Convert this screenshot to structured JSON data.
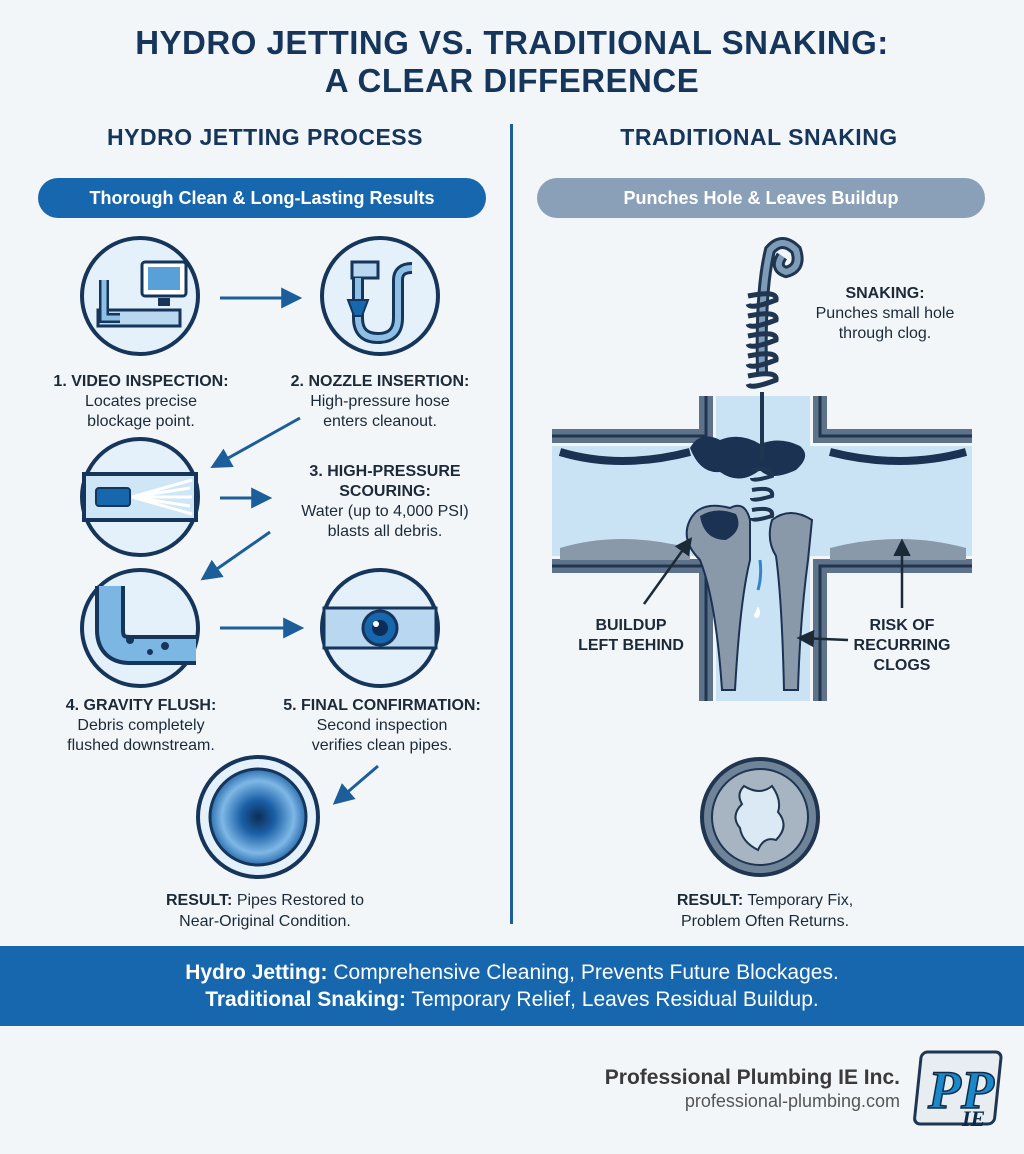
{
  "title": {
    "line1": "HYDRO JETTING VS. TRADITIONAL SNAKING:",
    "line2": "A CLEAR DIFFERENCE"
  },
  "left": {
    "heading": "HYDRO JETTING PROCESS",
    "pill": "Thorough Clean & Long-Lasting Results",
    "steps": [
      {
        "title": "1. VIDEO INSPECTION:",
        "line1": "Locates precise",
        "line2": "blockage point."
      },
      {
        "title": "2. NOZZLE INSERTION:",
        "line1": "High-pressure hose",
        "line2": "enters cleanout."
      },
      {
        "title": "3. HIGH-PRESSURE",
        "title2": "SCOURING:",
        "line1": "Water (up to 4,000 PSI)",
        "line2": "blasts all debris."
      },
      {
        "title": "4. GRAVITY FLUSH:",
        "line1": "Debris completely",
        "line2": "flushed downstream."
      },
      {
        "title": "5. FINAL CONFIRMATION:",
        "line1": "Second inspection",
        "line2": "verifies clean pipes."
      }
    ],
    "result_label": "RESULT:",
    "result_text1": "Pipes Restored to",
    "result_text2": "Near-Original Condition."
  },
  "right": {
    "heading": "TRADITIONAL SNAKING",
    "pill": "Punches Hole & Leaves Buildup",
    "snaking_label": "SNAKING:",
    "snaking_line1": "Punches small hole",
    "snaking_line2": "through clog.",
    "buildup_line1": "BUILDUP",
    "buildup_line2": "LEFT BEHIND",
    "risk_line1": "RISK OF",
    "risk_line2": "RECURRING",
    "risk_line3": "CLOGS",
    "result_label": "RESULT:",
    "result_text1": "Temporary Fix,",
    "result_text2": "Problem Often Returns."
  },
  "banner": {
    "line1_bold": "Hydro Jetting:",
    "line1_text": " Comprehensive Cleaning, Prevents Future Blockages.",
    "line2_bold": "Traditional Snaking:",
    "line2_text": " Temporary Relief, Leaves Residual Buildup."
  },
  "footer": {
    "company": "Professional Plumbing IE Inc.",
    "website": "professional-plumbing.com",
    "logo_text": "PP",
    "logo_sub": "IE"
  },
  "colors": {
    "navy": "#15355a",
    "accent_blue": "#1667ad",
    "pill_gray": "#8aa0b8",
    "water_light": "#c9e3f5"
  }
}
